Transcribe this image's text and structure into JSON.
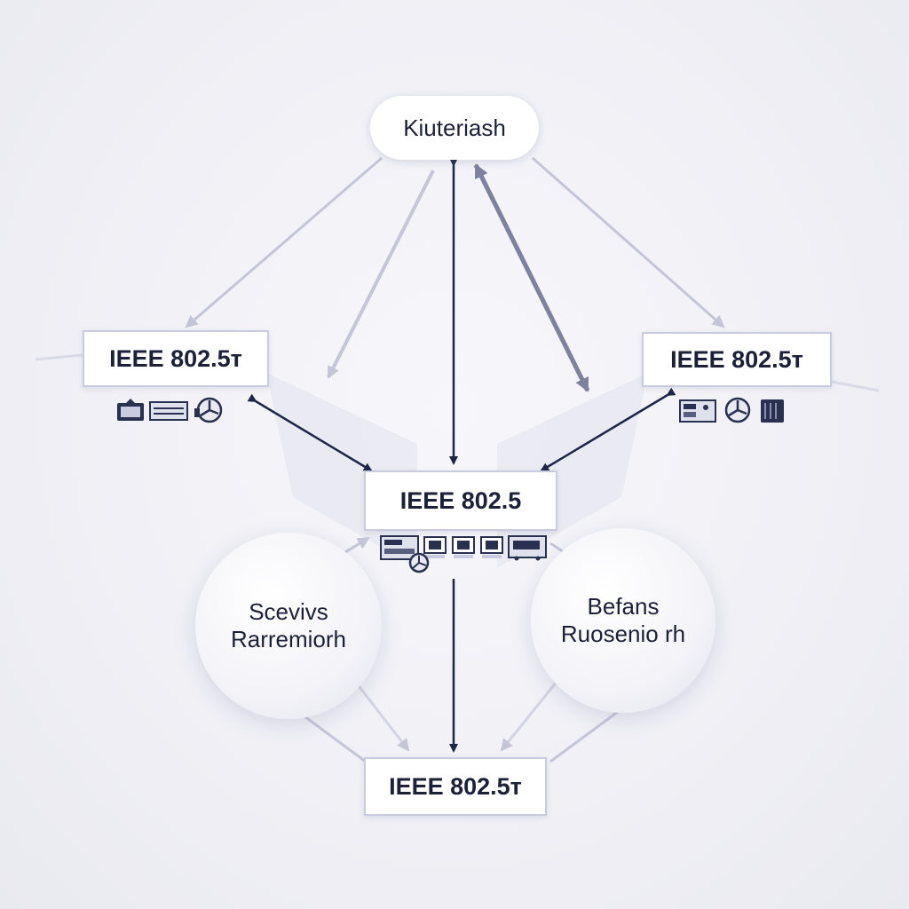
{
  "diagram": {
    "nodes": {
      "top": {
        "label": "Kiuteriash"
      },
      "left": {
        "label": "IEEE 802.5ᴛ"
      },
      "right": {
        "label": "IEEE 802.5ᴛ"
      },
      "center": {
        "label": "IEEE 802.5"
      },
      "bottom": {
        "label": "IEEE 802.5ᴛ"
      },
      "bubble_left": {
        "line1": "Scevivs",
        "line2": "Rarremiorh"
      },
      "bubble_right": {
        "line1": "Befans",
        "line2": "Ruosenio rh"
      }
    },
    "device_icons": {
      "left": [
        "monitor-icon",
        "switch-icon",
        "fan-icon"
      ],
      "right": [
        "rack-icon",
        "fan-icon",
        "server-icon"
      ],
      "center": [
        "rack-icon",
        "monitor-icon",
        "monitor-icon",
        "monitor-icon",
        "rack-icon",
        "fan-icon"
      ]
    },
    "colors": {
      "dark_arrow": "#1f2547",
      "light_arrow": "#b8bbd0",
      "mid_arrow": "#7e829e"
    }
  }
}
